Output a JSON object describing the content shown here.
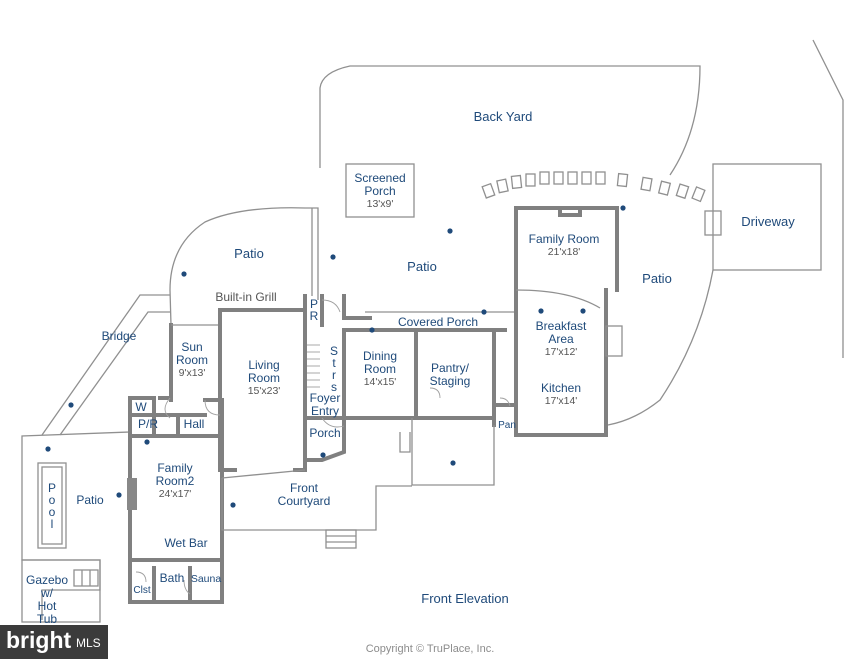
{
  "rooms": {
    "back_yard": {
      "name": "Back Yard"
    },
    "screened_porch": {
      "name": "Screened Porch",
      "name_l1": "Screened",
      "name_l2": "Porch",
      "dims": "13'x9'"
    },
    "patio_left": {
      "name": "Patio"
    },
    "patio_center": {
      "name": "Patio"
    },
    "patio_right": {
      "name": "Patio"
    },
    "patio_pool": {
      "name": "Patio"
    },
    "family_room": {
      "name": "Family Room",
      "dims": "21'x18'"
    },
    "driveway": {
      "name": "Driveway"
    },
    "built_in_grill": {
      "name": "Built-in Grill"
    },
    "pr_upper": {
      "l1": "P",
      "l2": "R"
    },
    "covered_porch": {
      "name": "Covered Porch"
    },
    "breakfast_area": {
      "l1": "Breakfast",
      "l2": "Area",
      "dims": "17'x12'"
    },
    "bridge": {
      "name": "Bridge"
    },
    "sun_room": {
      "l1": "Sun",
      "l2": "Room",
      "dims": "9'x13'"
    },
    "living_room": {
      "l1": "Living",
      "l2": "Room",
      "dims": "15'x23'"
    },
    "stairs": {
      "letters": [
        "S",
        "t",
        "r",
        "s"
      ]
    },
    "dining_room": {
      "l1": "Dining",
      "l2": "Room",
      "dims": "14'x15'"
    },
    "pantry_staging": {
      "l1": "Pantry/",
      "l2": "Staging"
    },
    "kitchen": {
      "name": "Kitchen",
      "dims": "17'x14'"
    },
    "foyer_entry": {
      "l1": "Foyer",
      "l2": "Entry"
    },
    "w": {
      "name": "W"
    },
    "pr_lower": {
      "name": "P/R"
    },
    "hall": {
      "name": "Hall"
    },
    "porch": {
      "name": "Porch"
    },
    "pan": {
      "name": "Pan"
    },
    "family_room2": {
      "l1": "Family",
      "l2": "Room2",
      "dims": "24'x17'"
    },
    "pool": {
      "letters": [
        "P",
        "o",
        "o",
        "l"
      ]
    },
    "front_courtyard": {
      "l1": "Front",
      "l2": "Courtyard"
    },
    "wet_bar": {
      "name": "Wet Bar"
    },
    "gazebo": {
      "l1": "Gazebo",
      "l2": "w/",
      "l3": "Hot",
      "l4": "Tub"
    },
    "bath": {
      "name": "Bath"
    },
    "sauna": {
      "name": "Sauna"
    },
    "clst": {
      "name": "Clst"
    },
    "front_elevation": {
      "name": "Front Elevation"
    }
  },
  "watermark": {
    "logo_text": "bright",
    "logo_suffix": "MLS"
  },
  "copyright": "Copyright © TruPlace, Inc.",
  "colors": {
    "label": "#1f4a7a",
    "wall": "#808080",
    "logo_bg": "#3b3b3b"
  }
}
